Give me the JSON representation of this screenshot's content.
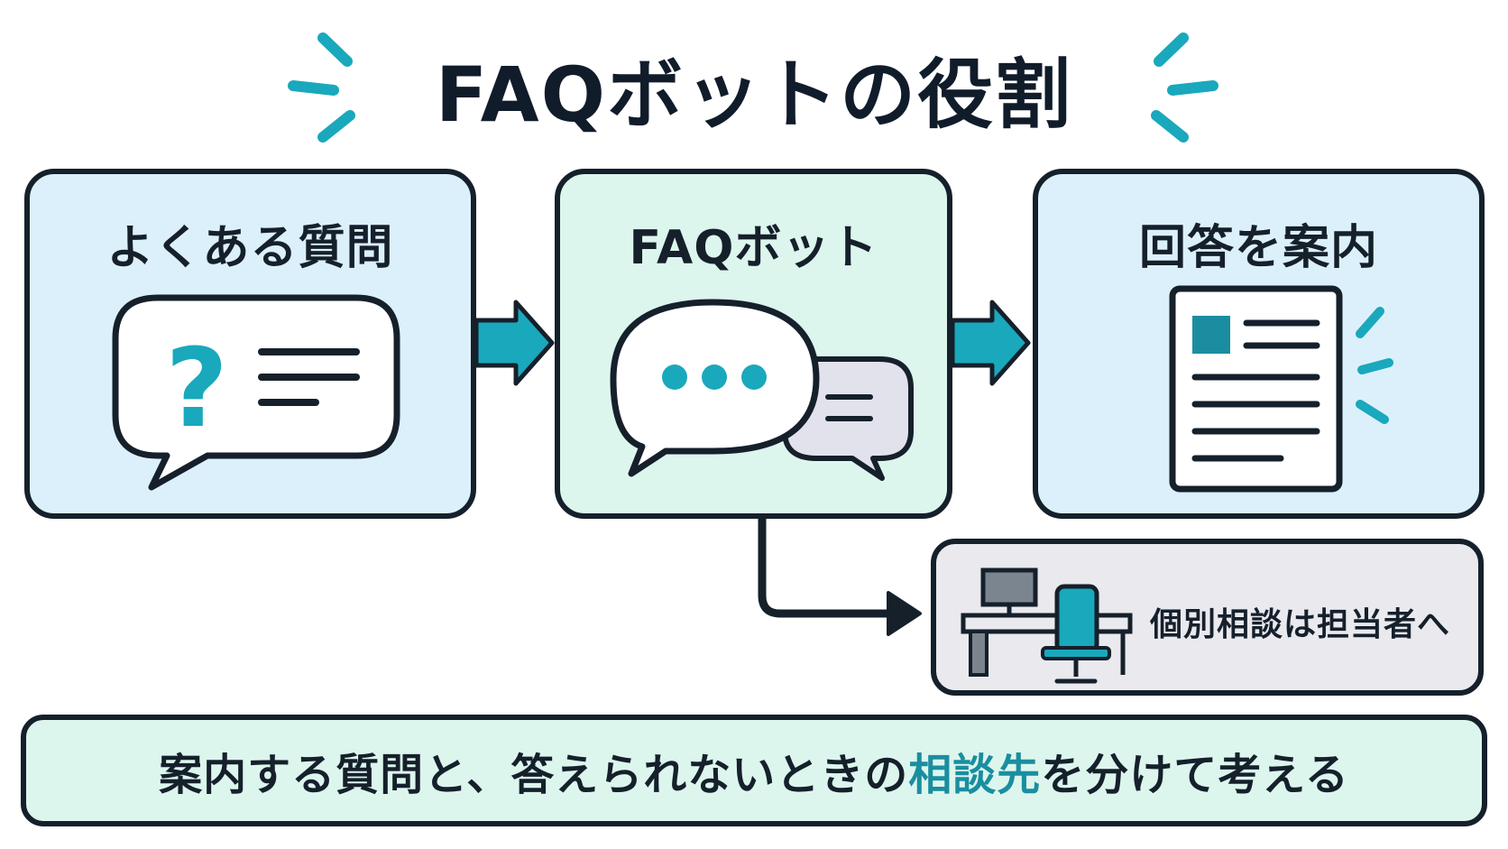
{
  "title": "FAQボットの役割",
  "boxes": [
    {
      "label": "よくある質問",
      "icon": "question-speech-bubble-icon"
    },
    {
      "label": "FAQボット",
      "icon": "chat-bubbles-icon"
    },
    {
      "label": "回答を案内",
      "icon": "document-icon"
    }
  ],
  "escalation": {
    "label": "個別相談は担当者へ",
    "icon": "desk-chair-icon"
  },
  "summary": {
    "before": "案内する質問と、答えられないときの",
    "highlight": "相談先",
    "after": "を分けて考える"
  },
  "colors": {
    "accent": "#1aa8bc",
    "box_blue": "#dcf0fb",
    "box_green": "#dcf6ee",
    "box_gray": "#e9e9ee",
    "outline": "#15202b"
  }
}
